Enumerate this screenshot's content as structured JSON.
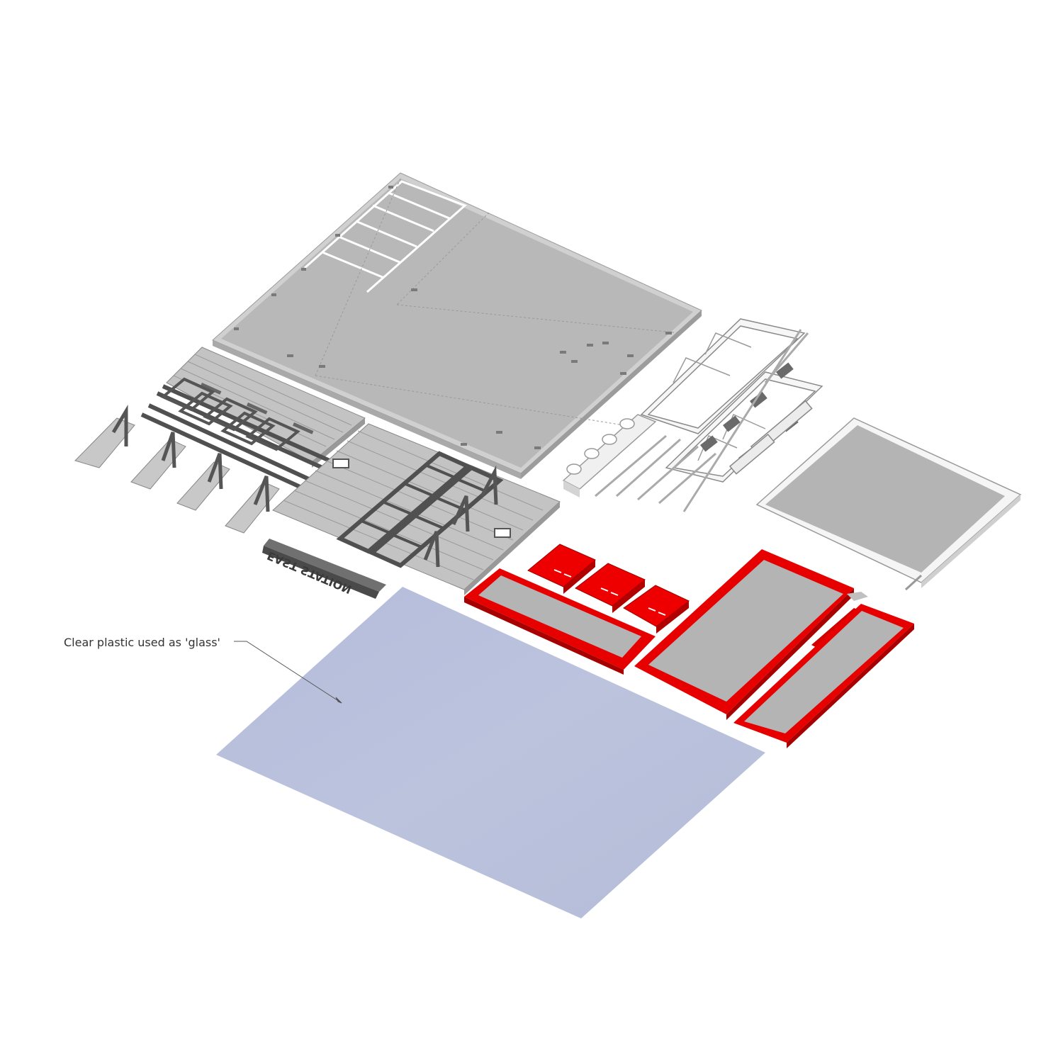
{
  "annotation": {
    "callout_text": "Clear plastic used as 'glass'"
  },
  "signboard": {
    "text": "EAST STATION"
  },
  "parts": [
    {
      "name": "roof-base-panel",
      "material": "grey plastic"
    },
    {
      "name": "platform-canopy-frame",
      "material": "dark grey plastic"
    },
    {
      "name": "platform-canopy-roof",
      "material": "grey plastic"
    },
    {
      "name": "station-signboard",
      "material": "dark grey plastic"
    },
    {
      "name": "white-window-frames",
      "material": "white plastic"
    },
    {
      "name": "white-chimneys",
      "material": "white plastic"
    },
    {
      "name": "wall-panel-square",
      "material": "grey and white plastic"
    },
    {
      "name": "red-doors",
      "material": "red plastic"
    },
    {
      "name": "red-wall-frames",
      "material": "red plastic"
    },
    {
      "name": "glass-sheet",
      "material": "clear plastic"
    }
  ],
  "colors": {
    "panel_grey": "#b7b7b7",
    "panel_edge": "#9a9a9a",
    "panel_light": "#d6d6d6",
    "dark_grey": "#5c5c5c",
    "white_part": "#f4f4f4",
    "red_part": "#e60000",
    "red_dark": "#b00000",
    "glass": "#b7c0da"
  }
}
